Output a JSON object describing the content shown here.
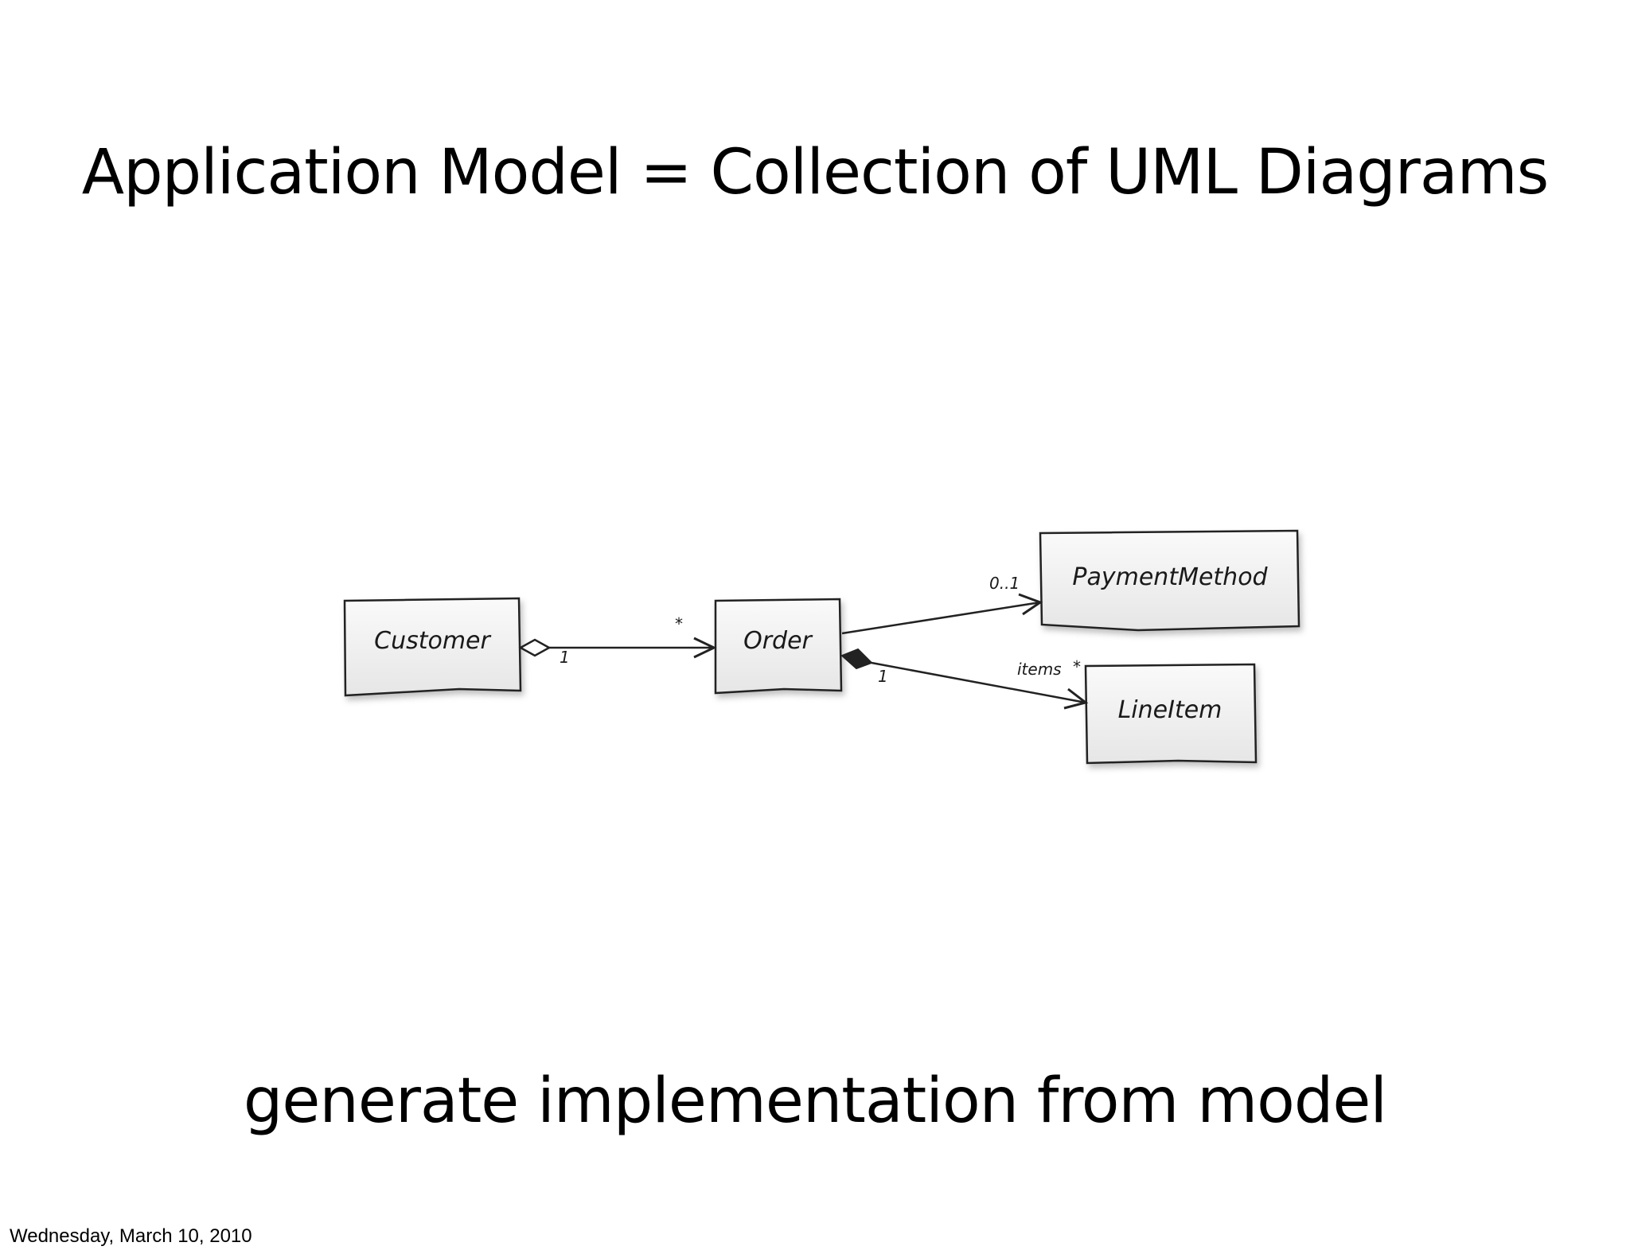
{
  "slide": {
    "title": "Application Model = Collection of UML Diagrams",
    "subtitle": "generate implementation from model",
    "footer_date": "Wednesday, March 10, 2010"
  },
  "diagram": {
    "classes": {
      "customer": "Customer",
      "order": "Order",
      "payment_method": "PaymentMethod",
      "line_item": "LineItem"
    },
    "multiplicities": {
      "customer_end": "1",
      "order_end": "*",
      "payment_method_end": "0..1",
      "order_composition_end": "1",
      "line_item_role": "items",
      "line_item_end": "*"
    }
  },
  "colors": {
    "box_fill": "#f1f1f1",
    "box_stroke": "#222222",
    "line": "#222222",
    "background": "#ffffff"
  }
}
